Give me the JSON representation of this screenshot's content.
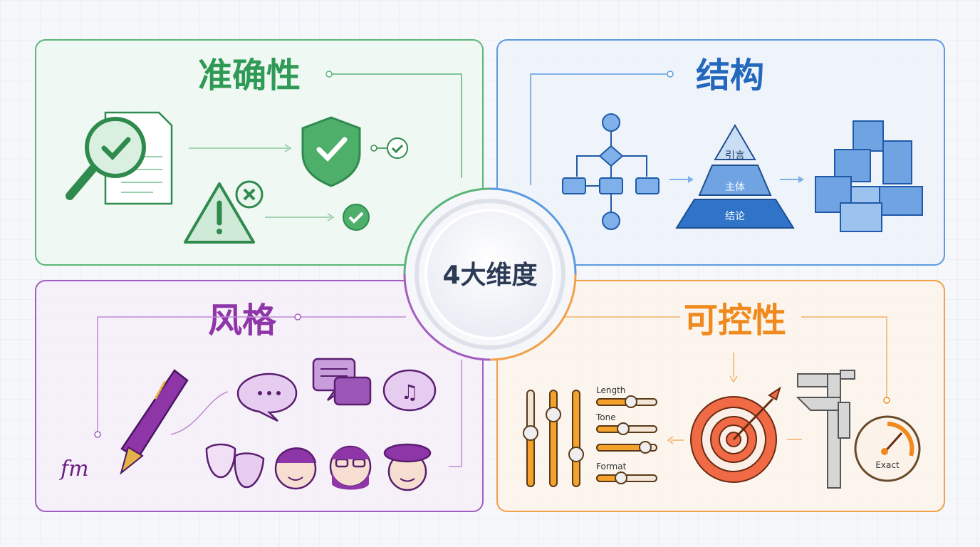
{
  "center": {
    "label": "4大维度"
  },
  "quadrants": [
    {
      "title": "准确性",
      "color": "#2f9a55",
      "icons": [
        "magnifier-check-document-icon",
        "shield-check-icon",
        "check-circle-icon",
        "warning-x-icon",
        "check-circle-icon"
      ]
    },
    {
      "title": "结构",
      "color": "#2468bd",
      "icons": [
        "flowchart-icon",
        "pyramid-icon",
        "blocks-icon"
      ],
      "pyramid": [
        "引言",
        "主体",
        "结论"
      ]
    },
    {
      "title": "风格",
      "color": "#8e35a8",
      "icons": [
        "fountain-pen-icon",
        "signature-icon",
        "speech-bubble-icon",
        "chat-bubbles-icon",
        "music-bubble-icon",
        "theater-masks-icon",
        "face-icon",
        "bearded-face-icon",
        "beret-face-icon"
      ],
      "signature": "fm"
    },
    {
      "title": "可控性",
      "color": "#f08a1e",
      "icons": [
        "sliders-icon",
        "target-icon",
        "caliper-icon",
        "gauge-icon"
      ],
      "slider_labels": [
        "Length",
        "Tone",
        "Format"
      ],
      "gauge_label": "Exact"
    }
  ]
}
